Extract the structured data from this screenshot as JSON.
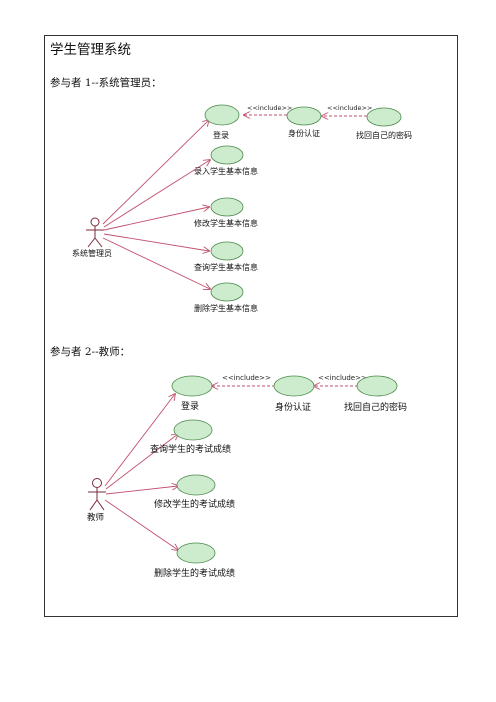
{
  "page": {
    "title": "学生管理系统"
  },
  "section1": {
    "heading": "参与者 1--系统管理员：",
    "actor": "系统管理员",
    "usecases": {
      "login": "登录",
      "auth": "身份认证",
      "recover": "找回自己的密码",
      "enter": "录入学生基本信息",
      "modify": "修改学生基本信息",
      "query": "查询学生基本信息",
      "delete": "删除学生基本信息"
    },
    "include_label": "<<include>>"
  },
  "section2": {
    "heading": "参与者 2--教师：",
    "actor": "教师",
    "usecases": {
      "login": "登录",
      "auth": "身份认证",
      "recover": "找回自己的密码",
      "query": "查询学生的考试成绩",
      "modify": "修改学生的考试成绩",
      "delete": "删除学生的考试成绩"
    },
    "include_label": "<<include>>"
  },
  "colors": {
    "usecase_fill": "#cdebcd",
    "usecase_stroke": "#4b8a4b",
    "association": "#c0506e",
    "actor": "#7a2a3a"
  }
}
